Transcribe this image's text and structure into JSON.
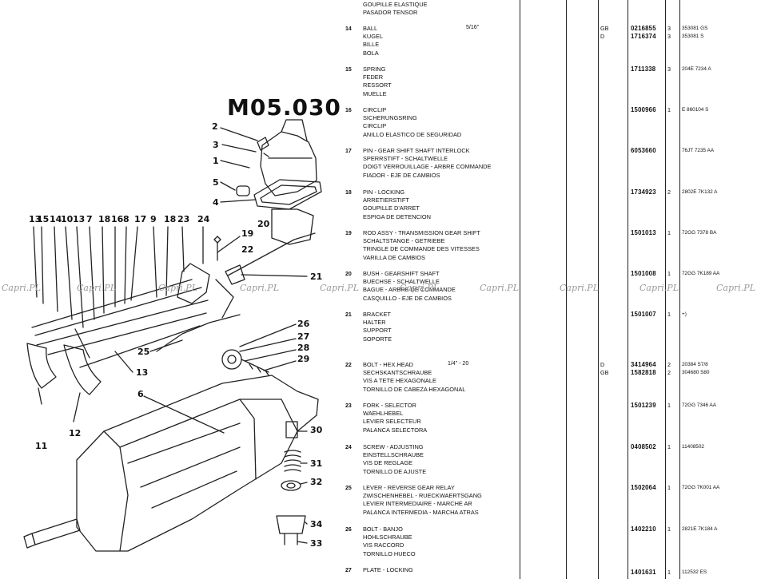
{
  "reference": "M05.030",
  "watermark": "Capri.PL",
  "callouts": [
    "2",
    "3",
    "1",
    "5",
    "4",
    "20",
    "19",
    "22",
    "21",
    "13",
    "15",
    "14",
    "10",
    "13",
    "7",
    "18",
    "16",
    "8",
    "17",
    "9",
    "18",
    "23",
    "24",
    "26",
    "25",
    "27",
    "28",
    "29",
    "13",
    "6",
    "11",
    "12",
    "30",
    "31",
    "32",
    "34",
    "33"
  ],
  "entries": [
    {
      "num": "",
      "names": [
        "GOUPILLE ELASTIQUE",
        "PASADOR TENSOR"
      ],
      "size": "",
      "markets": [],
      "pn": [],
      "qty": [],
      "oem": []
    },
    {
      "num": "14",
      "names": [
        "BALL",
        "KUGEL",
        "BILLE",
        "BOLA"
      ],
      "size": "5/16\"",
      "markets": [
        "GB",
        "D"
      ],
      "pn": [
        "0216855",
        "1716374"
      ],
      "qty": [
        "3",
        "3"
      ],
      "oem": [
        "353081 GS",
        "353081 S"
      ]
    },
    {
      "num": "15",
      "names": [
        "SPRING",
        "FEDER",
        "RESSORT",
        "MUELLE"
      ],
      "size": "",
      "markets": [],
      "pn": [
        "1711338"
      ],
      "qty": [
        "3"
      ],
      "oem": [
        "204E 7234 A"
      ]
    },
    {
      "num": "16",
      "names": [
        "CIRCLIP",
        "SICHERUNGSRING",
        "CIRCLIP",
        "ANILLO ELASTICO DE SEGURIDAD"
      ],
      "size": "",
      "markets": [],
      "pn": [
        "1500966"
      ],
      "qty": [
        "1"
      ],
      "oem": [
        "E 860104 S"
      ]
    },
    {
      "num": "17",
      "names": [
        "PIN - GEAR SHIFT SHAFT INTERLOCK",
        "SPERRSTIFT - SCHALTWELLE",
        "DOIGT VERROUILLAGE - ARBRE COMMANDE",
        "FIADOR - EJE DE CAMBIOS"
      ],
      "size": "",
      "markets": [],
      "pn": [
        "6053660"
      ],
      "qty": [],
      "oem": [
        "76JT 7235 AA"
      ]
    },
    {
      "num": "18",
      "names": [
        "PIN - LOCKING",
        "ARRETIERSTIFT",
        "GOUPILLE D'ARRET",
        "ESPIGA DE DETENCION"
      ],
      "size": "",
      "markets": [],
      "pn": [
        "1734923"
      ],
      "qty": [
        "2"
      ],
      "oem": [
        "2802E 7K132 A"
      ]
    },
    {
      "num": "19",
      "names": [
        "ROD ASSY - TRANSMISSION GEAR SHIFT",
        "SCHALTSTANGE - GETRIEBE",
        "TRINGLE DE COMMANDE DES VITESSES",
        "VARILLA DE CAMBIOS"
      ],
      "size": "",
      "markets": [],
      "pn": [
        "1501013"
      ],
      "qty": [
        "1"
      ],
      "oem": [
        "72GG 7378 BA"
      ]
    },
    {
      "num": "20",
      "names": [
        "BUSH - GEARSHIFT SHAFT",
        "BUECHSE - SCHALTWELLE",
        "BAGUE - ARBRE DE COMMANDE",
        "CASQUILLO - EJE DE CAMBIOS"
      ],
      "size": "",
      "markets": [],
      "pn": [
        "1501008"
      ],
      "qty": [
        "1"
      ],
      "oem": [
        "72GG 7K189 AA"
      ]
    },
    {
      "num": "21",
      "names": [
        "BRACKET",
        "HALTER",
        "SUPPORT",
        "SOPORTE"
      ],
      "size": "",
      "markets": [],
      "pn": [
        "1501007"
      ],
      "qty": [
        "1"
      ],
      "oem": [
        "+)"
      ]
    },
    {
      "num": "22",
      "names": [
        "BOLT - HEX.HEAD",
        "SECHSKANTSCHRAUBE",
        "VIS A TETE HEXAGONALE",
        "TORNILLO DE CABEZA HEXAGONAL"
      ],
      "size": "1/4\" - 20",
      "markets": [
        "D",
        "GB"
      ],
      "pn": [
        "3414964",
        "1582818"
      ],
      "qty": [
        "2",
        "2"
      ],
      "oem": [
        "20384 S7/8",
        "304680 S80"
      ]
    },
    {
      "num": "23",
      "names": [
        "FORK - SELECTOR",
        "WAEHLHEBEL",
        "LEVIER SELECTEUR",
        "PALANCA SELECTORA"
      ],
      "size": "",
      "markets": [],
      "pn": [
        "1501239"
      ],
      "qty": [
        "1"
      ],
      "oem": [
        "72GG 7346 AA"
      ]
    },
    {
      "num": "24",
      "names": [
        "SCREW - ADJUSTING",
        "EINSTELLSCHRAUBE",
        "VIS DE REGLAGE",
        "TORNILLO DE AJUSTE"
      ],
      "size": "",
      "markets": [],
      "pn": [
        "0408502"
      ],
      "qty": [
        "1"
      ],
      "oem": [
        "11408502"
      ]
    },
    {
      "num": "25",
      "names": [
        "LEVER - REVERSE GEAR RELAY",
        "ZWISCHENHEBEL - RUECKWAERTSGANG",
        "LEVIER INTERMEDIAIRE - MARCHE AR",
        "PALANCA INTERMEDIA - MARCHA ATRAS"
      ],
      "size": "",
      "markets": [],
      "pn": [
        "1502064"
      ],
      "qty": [
        "1"
      ],
      "oem": [
        "72GG 7K001 AA"
      ]
    },
    {
      "num": "26",
      "names": [
        "BOLT - BANJO",
        "HOHLSCHRAUBE",
        "VIS RACCORD",
        "TORNILLO HUECO"
      ],
      "size": "",
      "markets": [],
      "pn": [
        "1402210"
      ],
      "qty": [
        "1"
      ],
      "oem": [
        "2821E 7K184 A"
      ]
    },
    {
      "num": "27",
      "names": [
        "PLATE - LOCKING"
      ],
      "size": "",
      "markets": [],
      "pn": [
        "1401631"
      ],
      "qty": [
        "1"
      ],
      "oem": [
        "112532 ES"
      ]
    }
  ]
}
